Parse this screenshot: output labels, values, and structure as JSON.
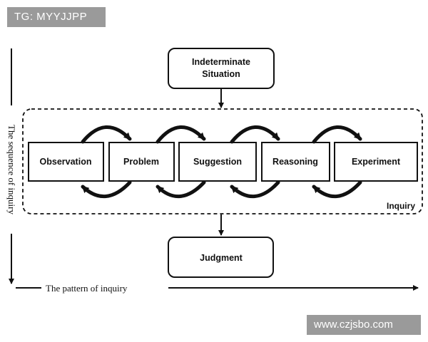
{
  "watermarks": {
    "top": "TG: MYYJJPP",
    "bottom": "www.czjsbo.com"
  },
  "diagram": {
    "start_node": [
      "Indeterminate",
      "Situation"
    ],
    "inquiry_steps": [
      "Observation",
      "Problem",
      "Suggestion",
      "Reasoning",
      "Experiment"
    ],
    "group_label": "Inquiry",
    "end_node": "Judgment",
    "vertical_axis_label": "The sequence of inquiry",
    "horizontal_axis_label": "The pattern of inquiry"
  }
}
